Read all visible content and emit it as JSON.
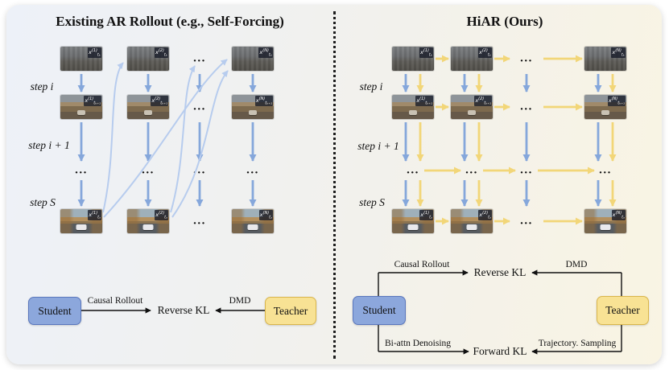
{
  "figure": {
    "left": {
      "title": "Existing AR Rollout (e.g., Self-Forcing)",
      "step_labels": [
        "step i",
        "step i + 1",
        "step S"
      ],
      "bottom": {
        "student": "Student",
        "causal_rollout": "Causal Rollout",
        "reverse_kl": "Reverse KL",
        "dmd": "DMD",
        "teacher": "Teacher"
      }
    },
    "right": {
      "title": "HiAR (Ours)",
      "step_labels": [
        "step i",
        "step i + 1",
        "step S"
      ],
      "bottom": {
        "student": "Student",
        "causal_rollout": "Causal Rollout",
        "reverse_kl": "Reverse KL",
        "dmd": "DMD",
        "bi_attn_denoising": "Bi-attn Denoising",
        "forward_kl": "Forward KL",
        "trajectory_sampling": "Trajectory. Sampling",
        "teacher": "Teacher"
      }
    },
    "frame_labels": {
      "base": "x",
      "sups": [
        "(1)",
        "(2)",
        "(N)"
      ],
      "subs": [
        "tₖ",
        "tₖ₊₁",
        "tₛ"
      ]
    },
    "ellipsis": "...",
    "colors": {
      "student_fill": "#8CA7DC",
      "student_border": "#5A77BD",
      "teacher_fill": "#F8E294",
      "teacher_border": "#D9B54B",
      "blue_arrow": "#85A7DB",
      "yellow_arrow": "#F2D678",
      "curve_arrow": "#B7CCEE",
      "black": "#111111",
      "card_left": "#EDF1F8",
      "card_right": "#F9F4E3"
    }
  }
}
